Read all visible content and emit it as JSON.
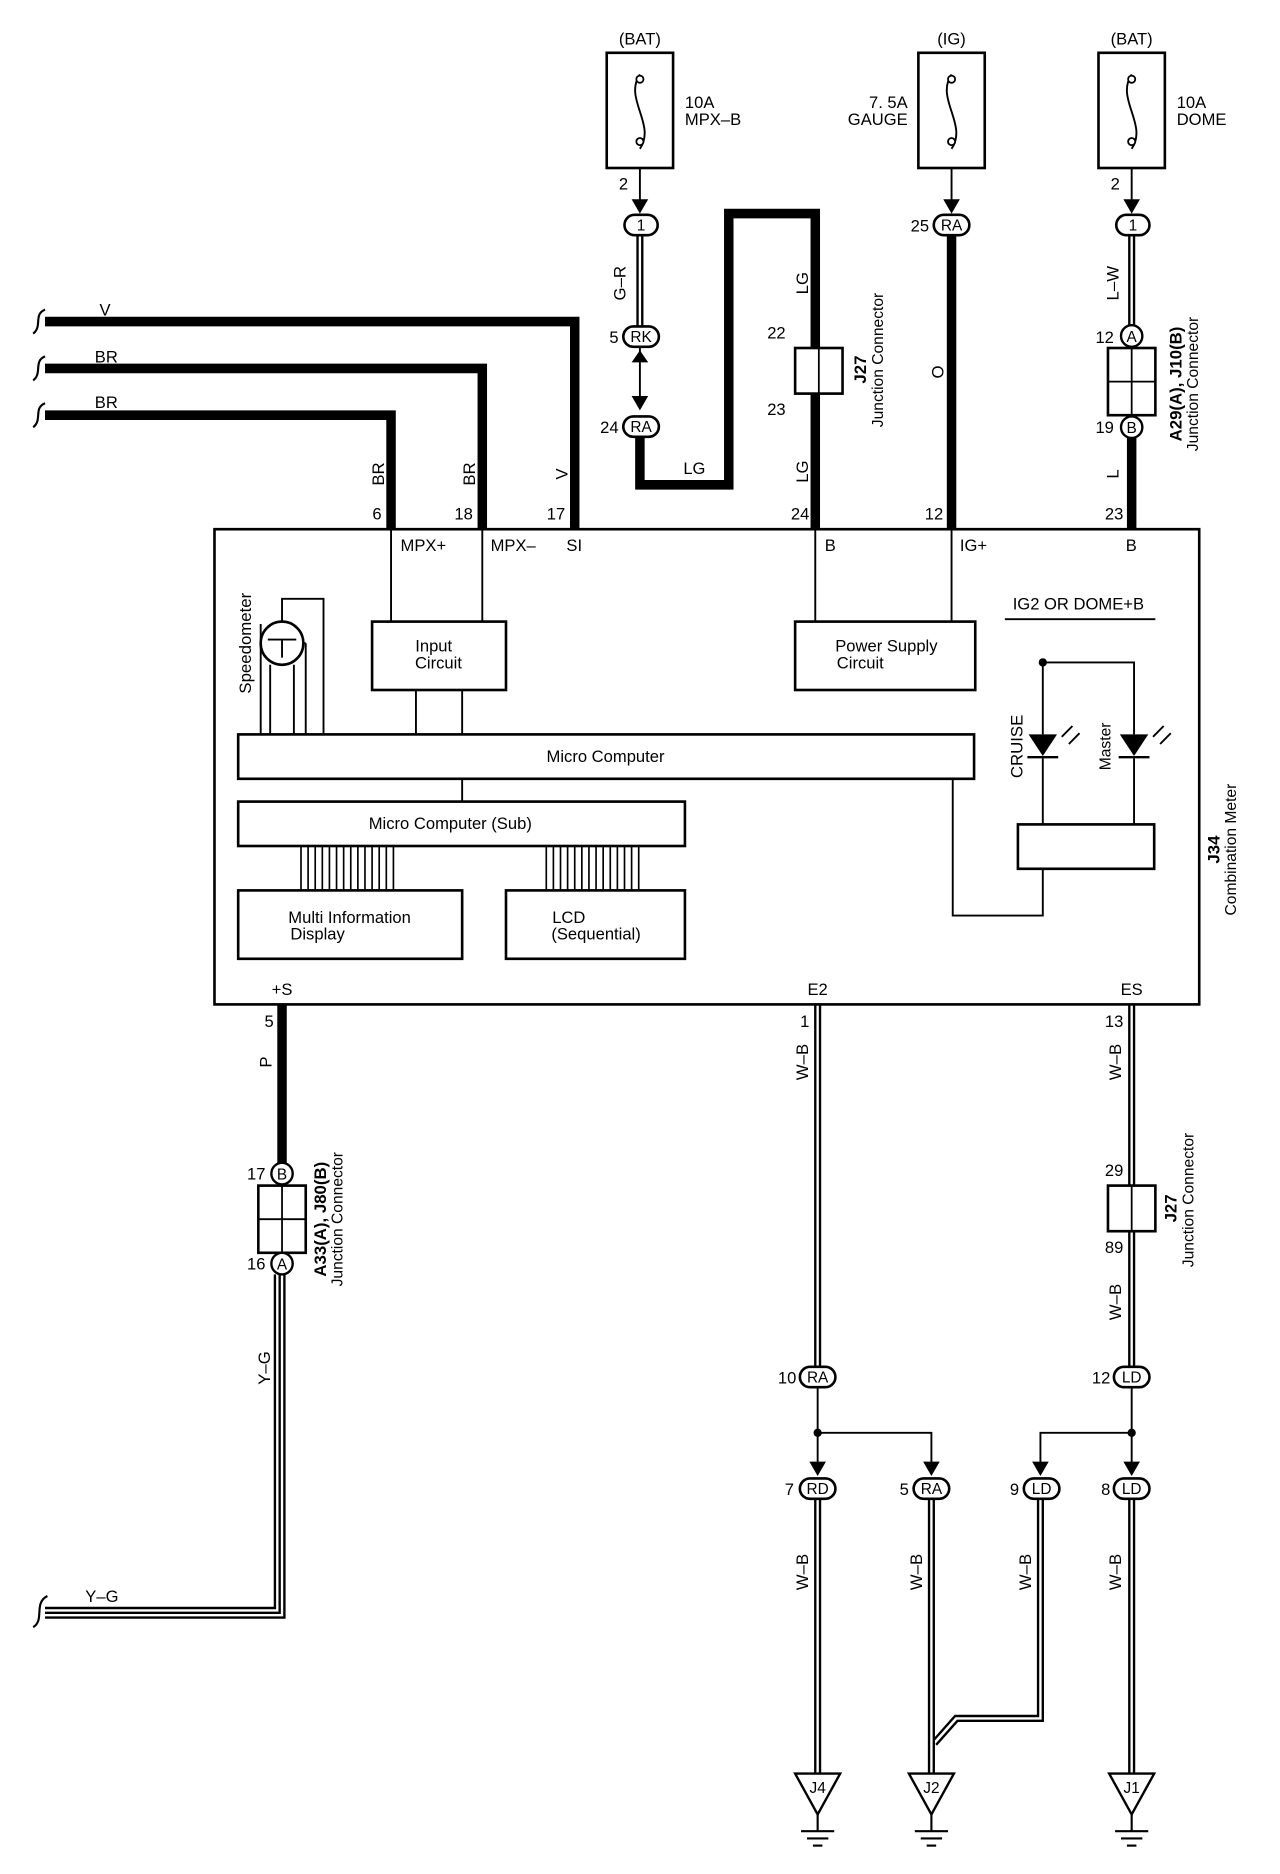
{
  "fuses": [
    {
      "source": "(BAT)",
      "rating": "10A",
      "name": "MPX–B",
      "pin": "2"
    },
    {
      "source": "(IG)",
      "rating": "7. 5A",
      "name": "GAUGE",
      "pin": ""
    },
    {
      "source": "(BAT)",
      "rating": "10A",
      "name": "DOME",
      "pin": "2"
    }
  ],
  "input_wires": [
    {
      "color": "V",
      "pin": "17",
      "terminal": "SI"
    },
    {
      "color": "BR",
      "pin": "18",
      "terminal": "MPX–"
    },
    {
      "color": "BR",
      "pin": "6",
      "terminal": "MPX+"
    }
  ],
  "connectors": {
    "mpx_top": {
      "label": "1"
    },
    "mpx_rk": {
      "pin": "5",
      "label": "RK"
    },
    "mpx_ra": {
      "pin": "24",
      "label": "RA"
    },
    "gauge_ra": {
      "pin": "25",
      "label": "RA"
    },
    "dome_top": {
      "label": "1"
    },
    "dome_a": {
      "pin": "12",
      "label": "A"
    },
    "dome_b": {
      "pin": "19",
      "label": "B"
    },
    "s_b": {
      "pin": "17",
      "label": "B"
    },
    "s_a": {
      "pin": "16",
      "label": "A"
    },
    "e2_ra": {
      "pin": "10",
      "label": "RA"
    },
    "es_ld": {
      "pin": "12",
      "label": "LD"
    },
    "rd7": {
      "pin": "7",
      "label": "RD"
    },
    "ra5": {
      "pin": "5",
      "label": "RA"
    },
    "ld9": {
      "pin": "9",
      "label": "LD"
    },
    "ld8": {
      "pin": "8",
      "label": "LD"
    }
  },
  "wire_colors": {
    "mpx_top": "G–R",
    "mpx_bottom": "LG",
    "lg_top": "LG",
    "lg_bottom": "LG",
    "gauge": "O",
    "dome_top": "L–W",
    "dome_bottom": "L",
    "s_top": "P",
    "s_bottom": "Y–G",
    "s_left": "Y–G",
    "e2": "W–B",
    "es_top": "W–B",
    "es_mid": "W–B",
    "g1": "W–B",
    "g2": "W–B",
    "g3": "W–B",
    "g4": "W–B"
  },
  "j27_top": {
    "pin_top": "22",
    "pin_bottom": "23",
    "id": "J27",
    "label": "Junction Connector"
  },
  "j27_bottom": {
    "pin_top": "29",
    "pin_bottom": "89",
    "id": "J27",
    "label": "Junction Connector"
  },
  "jc_dome": {
    "id": "A29(A), J10(B)",
    "label": "Junction Connector"
  },
  "jc_s": {
    "id": "A33(A), J80(B)",
    "label": "Junction Connector"
  },
  "meter": {
    "id": "J34",
    "name": "Combination Meter",
    "pins": {
      "b_lg": "24",
      "ig": "12",
      "b_dome": "23",
      "s": "5",
      "e2": "1",
      "es": "13"
    },
    "terminals": {
      "b_lg": "B",
      "ig": "IG+",
      "b_dome": "B",
      "s": "+S",
      "e2": "E2",
      "es": "ES"
    },
    "speedometer": "Speedometer",
    "input_circuit": [
      "Input",
      "Circuit"
    ],
    "power_supply": [
      "Power Supply",
      "Circuit"
    ],
    "ig2_dome": "IG2 OR DOME+B",
    "cruise": "CRUISE",
    "master": "Master",
    "micro_computer": "Micro Computer",
    "micro_computer_sub": "Micro Computer (Sub)",
    "mid": [
      "Multi Information",
      "Display"
    ],
    "lcd": [
      "LCD",
      "(Sequential)"
    ]
  },
  "grounds": [
    "J4",
    "J2",
    "J1"
  ]
}
